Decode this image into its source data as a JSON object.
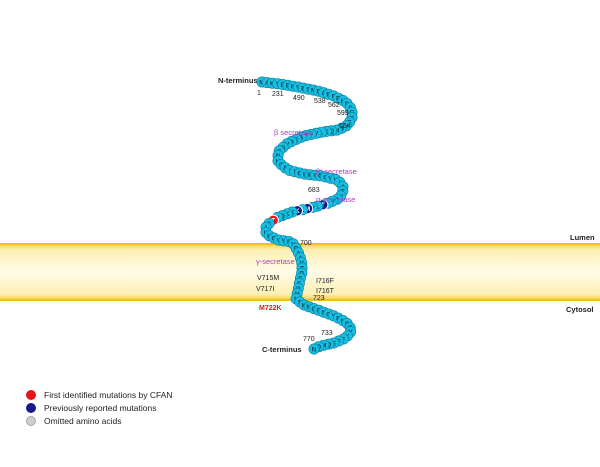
{
  "labels": {
    "n_terminus": "N-terminus",
    "c_terminus": "C-terminus",
    "lumen": "Lumen",
    "cytosol": "Cytosol",
    "beta_secretase": "β secretase",
    "beta_prime_secretase": "β'-secretase",
    "alpha_secretase": "α-secretase",
    "gamma_secretase": "γ-secretase"
  },
  "position_numbers": {
    "p1": "1",
    "p231": "231",
    "p490": "490",
    "p538": "538",
    "p562": "562",
    "p599": "599",
    "p654": "654",
    "p683": "683",
    "p700": "700",
    "p723": "723",
    "p733": "733",
    "p770": "770"
  },
  "mutation_labels": {
    "v715m": "V715M",
    "v717i": "V717I",
    "i716f": "I716F",
    "i716t": "I716T",
    "m722k": "M722K"
  },
  "residues": [
    "M",
    "A",
    "K",
    "Y",
    "E",
    "E",
    "K",
    "V",
    "E",
    "S",
    "M",
    "D",
    "A",
    "E",
    "F",
    "R",
    "H",
    "D",
    "S",
    "G",
    "Y",
    "E",
    "V",
    "H",
    "H",
    "Q",
    "K",
    "L",
    "V",
    "F",
    "F",
    "A",
    "E",
    "D",
    "V",
    "G",
    "S",
    "N",
    "K",
    "G",
    "A",
    "I",
    "I",
    "G",
    "L",
    "M",
    "V",
    "G",
    "G",
    "V",
    "V",
    "I",
    "A",
    "T",
    "V",
    "I",
    "V",
    "I",
    "T",
    "L",
    "V",
    "M",
    "L",
    "K",
    "K",
    "K",
    "Q",
    "Y",
    "T",
    "S",
    "I",
    "H",
    "H",
    "G",
    "V",
    "V",
    "E",
    "V",
    "D",
    "A",
    "A",
    "V",
    "T",
    "P",
    "E",
    "E",
    "R",
    "H",
    "L",
    "S",
    "K",
    "M",
    "Q",
    "Q",
    "N",
    "G",
    "Y",
    "E",
    "N",
    "P",
    "T",
    "Y",
    "K",
    "F",
    "F",
    "E",
    "Q",
    "M",
    "Q",
    "N"
  ],
  "legend": [
    {
      "label": "First identified mutations by CFAN",
      "color": "#e8141c"
    },
    {
      "label": "Previously reported mutations",
      "color": "#1a1a8c"
    },
    {
      "label": "Omitted amino acids",
      "color": "#cfcfcf"
    }
  ],
  "colors": {
    "residue": "#18bfe0",
    "residue_stroke": "#0b7fa0",
    "membrane": "#fbe99a",
    "membrane_edge": "#f5cc2e",
    "secretase": "#b03cc8",
    "mutation_new": "#e8141c",
    "mutation_old": "#1a1a8c",
    "omitted": "#cfcfcf"
  }
}
